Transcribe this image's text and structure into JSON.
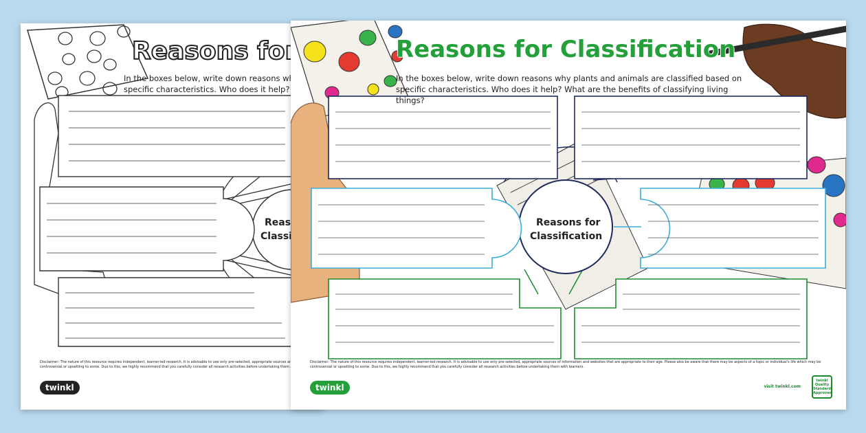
{
  "worksheet": {
    "title": "Reasons for Classification",
    "title_back_visible": "Reasons for C",
    "instructions": "In the boxes below, write down reasons why plants and animals are classified based on specific characteristics. Who does it help? What are the benefits of classifying living things?",
    "instructions_back_visible": "In the boxes below, write down reasons why specific characteristics. Who does it help? W",
    "center_label_line1": "Reasons for",
    "center_label_line2": "Classification",
    "center_back_line1": "Reas",
    "center_back_line2": "Classific",
    "disclaimer": "Disclaimer: The nature of this resource requires independent, learner-led research. It is advisable to use only pre-selected, appropriate sources of information and websites that are appropriate to their age. Please also be aware that there may be aspects of a topic or individual's life which may be controversial or upsetting to some. Due to this, we highly recommend that you carefully consider all research activities before undertaking them with learners.",
    "disclaimer_back_visible": "Disclaimer: The nature of this resource requires independent, learner-led research. It is advisable to use only pre-selected, appropriate sources and controversial or upsetting to some. Due to this, we highly recommend that you carefully consider all research activities before undertaking them",
    "logo": "twinkl",
    "visit": "visit twinkl.com",
    "badge": "twinkl Quality Standard Approved"
  },
  "colors": {
    "title_green": "#23a03a",
    "box_navy": "#1d2a5b",
    "box_cyan": "#3aaed8",
    "box_green": "#1a8c2e",
    "background": "#b9d9ee"
  }
}
